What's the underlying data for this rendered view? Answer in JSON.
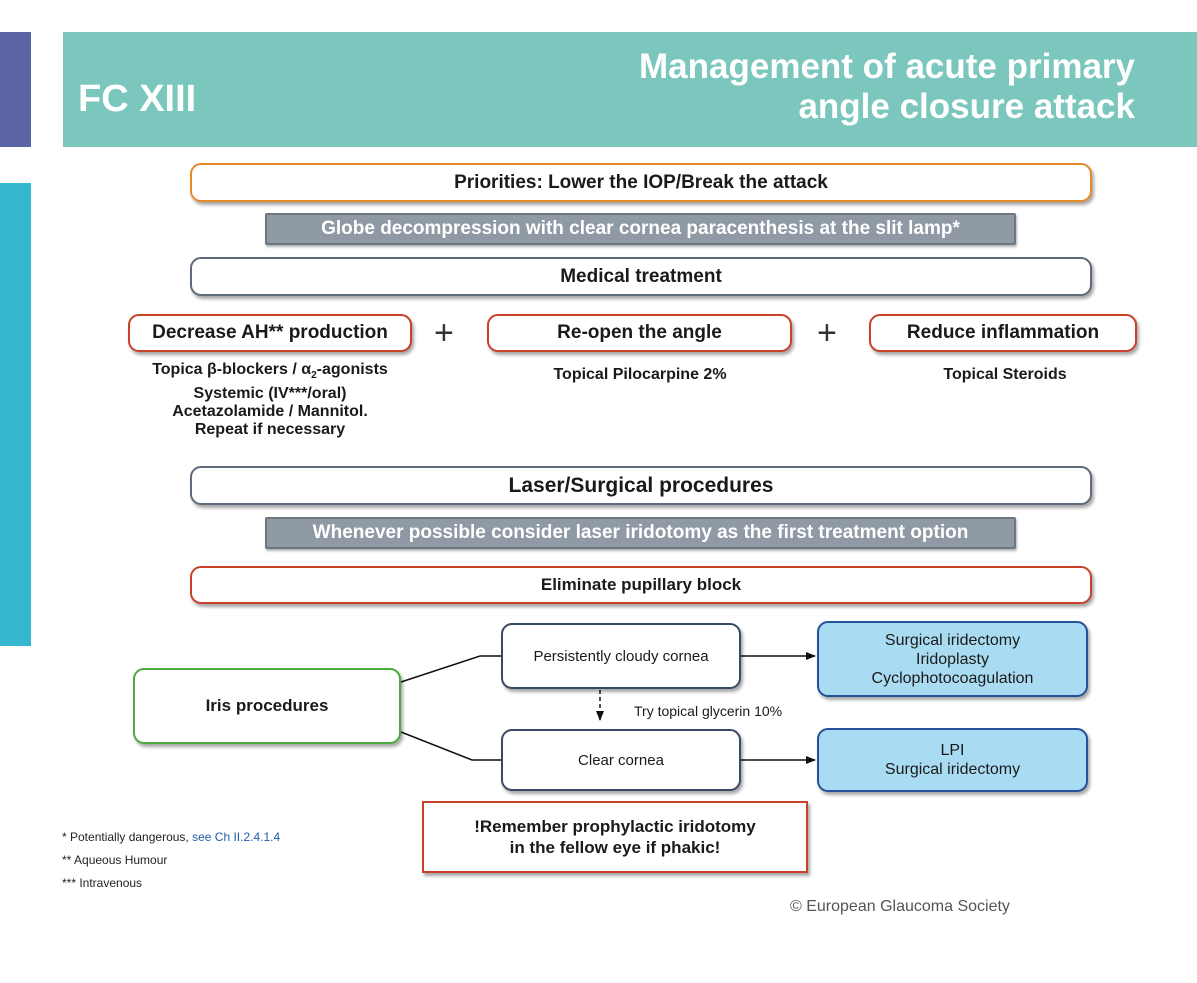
{
  "header": {
    "code": "FC XIII",
    "title_line1": "Management of acute primary",
    "title_line2": "angle closure attack"
  },
  "flow": {
    "priorities": "Priorities: Lower the IOP/Break the attack",
    "globe_decompression": "Globe decompression with clear cornea paracenthesis at the slit lamp*",
    "medical_treatment": "Medical treatment",
    "decrease_ah": "Decrease AH** production",
    "reopen_angle": "Re-open the angle",
    "reduce_inflammation": "Reduce inflammation",
    "plus_sign": "+",
    "decrease_ah_details": {
      "line1_prefix": "Topica ",
      "beta": "β",
      "line1_mid": "-blockers  / ",
      "alpha": "α",
      "alpha_sub": "2",
      "line1_suffix": "-agonists",
      "line2": "Systemic  (IV***/oral)",
      "line3": "Acetazolamide / Mannitol.",
      "line4": "Repeat if necessary"
    },
    "reopen_details": "Topical Pilocarpine 2%",
    "inflammation_details": "Topical Steroids",
    "laser_surgical": "Laser/Surgical procedures",
    "laser_iridotomy_banner": "Whenever possible consider laser iridotomy as the first treatment option",
    "eliminate_block": "Eliminate pupillary block",
    "iris_procedures": "Iris procedures",
    "cloudy_cornea": "Persistently cloudy cornea",
    "glycerin_note": "Try topical glycerin 10%",
    "clear_cornea": "Clear cornea",
    "cloudy_outcome": [
      "Surgical iridectomy",
      "Iridoplasty",
      "Cyclophotocoagulation"
    ],
    "clear_outcome": [
      "LPI",
      "Surgical iridectomy"
    ],
    "remember": [
      "!Remember prophylactic iridotomy",
      "in the fellow eye if phakic!"
    ]
  },
  "footnotes": {
    "f1_text": "* Potentially dangerous, ",
    "f1_link": "see Ch II.2.4.1.4",
    "f2": "** Aqueous Humour",
    "f3": "*** Intravenous"
  },
  "copyright": "© European Glaucoma Society",
  "colors": {
    "header_bg": "#7cc7bd",
    "tab_top": "#5b64a4",
    "tab_bottom": "#35b7cf",
    "outcome_fill": "#a9dcf2"
  }
}
